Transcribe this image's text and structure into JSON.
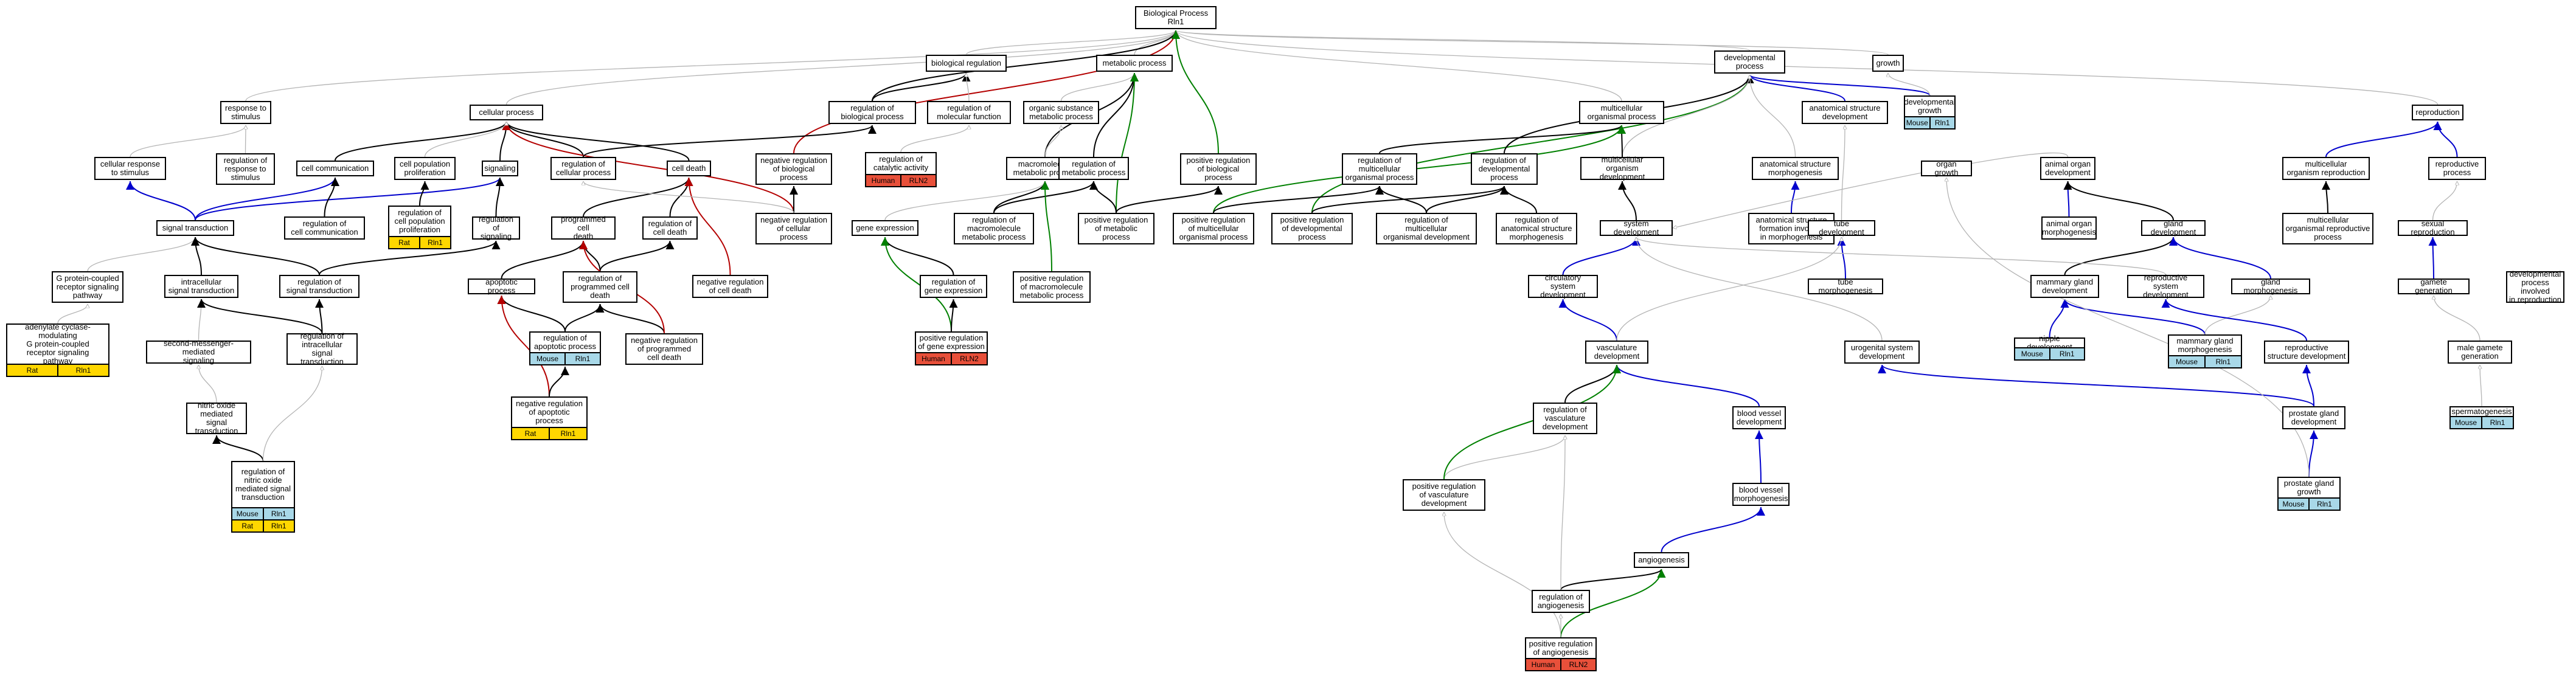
{
  "colors": {
    "edge_default": "#b4b4b4",
    "edge_is_a": "#000000",
    "edge_part_of": "#0000cc",
    "edge_positive": "#008000",
    "edge_negative": "#b40000",
    "tag_human": "#e8503a",
    "tag_mouse": "#a8d8e8",
    "tag_rat": "#ffd700"
  },
  "nodes": [
    {
      "id": "bp",
      "label": "Biological Process\nRln1"
    },
    {
      "id": "bioreg",
      "label": "biological regulation"
    },
    {
      "id": "metab",
      "label": "metabolic process"
    },
    {
      "id": "devproc",
      "label": "developmental\nprocess"
    },
    {
      "id": "growth",
      "label": "growth"
    },
    {
      "id": "resp",
      "label": "response to\nstimulus"
    },
    {
      "id": "cellproc",
      "label": "cellular process"
    },
    {
      "id": "regbio",
      "label": "regulation of\nbiological process"
    },
    {
      "id": "regmolf",
      "label": "regulation of\nmolecular function"
    },
    {
      "id": "orgsub",
      "label": "organic substance\nmetabolic process"
    },
    {
      "id": "multi",
      "label": "multicellular\norganismal process"
    },
    {
      "id": "anatdev",
      "label": "anatomical structure\ndevelopment"
    },
    {
      "id": "devgrowth",
      "label": "developmental\ngrowth",
      "tags": [
        {
          "t": "Mouse",
          "c": "mouse"
        },
        {
          "t": "Rln1",
          "c": "mouse"
        }
      ]
    },
    {
      "id": "repro",
      "label": "reproduction"
    },
    {
      "id": "cellresp",
      "label": "cellular response\nto stimulus"
    },
    {
      "id": "regresp",
      "label": "regulation of\nresponse to\nstimulus"
    },
    {
      "id": "cellcomm",
      "label": "cell communication"
    },
    {
      "id": "cellpop",
      "label": "cell population\nproliferation"
    },
    {
      "id": "signaling",
      "label": "signaling"
    },
    {
      "id": "regcell",
      "label": "regulation of\ncellular process"
    },
    {
      "id": "celldeath",
      "label": "cell death"
    },
    {
      "id": "negregbio",
      "label": "negative regulation\nof biological\nprocess"
    },
    {
      "id": "regcat",
      "label": "regulation of\ncatalytic activity",
      "tags": [
        {
          "t": "Human",
          "c": "human"
        },
        {
          "t": "RLN2",
          "c": "human"
        }
      ]
    },
    {
      "id": "macro",
      "label": "macromolecule\nmetabolic process"
    },
    {
      "id": "regmetab",
      "label": "regulation of\nmetabolic process"
    },
    {
      "id": "posregbio",
      "label": "positive regulation\nof biological\nprocess"
    },
    {
      "id": "regmulti",
      "label": "regulation of\nmulticellular\norganismal process"
    },
    {
      "id": "regdev",
      "label": "regulation of\ndevelopmental\nprocess"
    },
    {
      "id": "multidev",
      "label": "multicellular\norganism development"
    },
    {
      "id": "anatmorph",
      "label": "anatomical structure\nmorphogenesis"
    },
    {
      "id": "organgrowth",
      "label": "organ growth"
    },
    {
      "id": "animaldev",
      "label": "animal organ\ndevelopment"
    },
    {
      "id": "multirepro",
      "label": "multicellular\norganism reproduction"
    },
    {
      "id": "reproproc",
      "label": "reproductive\nprocess"
    },
    {
      "id": "sigtrans",
      "label": "signal transduction"
    },
    {
      "id": "regcellcomm",
      "label": "regulation of\ncell communication"
    },
    {
      "id": "regcellpop",
      "label": "regulation of\ncell population\nproliferation",
      "tags": [
        {
          "t": "Rat",
          "c": "rat"
        },
        {
          "t": "Rln1",
          "c": "rat"
        }
      ]
    },
    {
      "id": "regsig",
      "label": "regulation of\nsignaling"
    },
    {
      "id": "prog",
      "label": "programmed cell\ndeath"
    },
    {
      "id": "regcelldeath",
      "label": "regulation of\ncell death"
    },
    {
      "id": "negregcell",
      "label": "negative regulation\nof cellular\nprocess"
    },
    {
      "id": "geneexp",
      "label": "gene expression"
    },
    {
      "id": "regmacro",
      "label": "regulation of\nmacromolecule\nmetabolic process"
    },
    {
      "id": "posregmetab",
      "label": "positive regulation\nof metabolic\nprocess"
    },
    {
      "id": "posregmulti",
      "label": "positive regulation\nof multicellular\norganismal process"
    },
    {
      "id": "posregdev",
      "label": "positive regulation\nof developmental\nprocess"
    },
    {
      "id": "regmultidev",
      "label": "regulation of\nmulticellular\norganismal development"
    },
    {
      "id": "reganat",
      "label": "regulation of\nanatomical structure\nmorphogenesis"
    },
    {
      "id": "sysdev",
      "label": "system development"
    },
    {
      "id": "anatform",
      "label": "anatomical structure\nformation involved\nin morphogenesis"
    },
    {
      "id": "tubedev",
      "label": "tube development"
    },
    {
      "id": "animalmorph",
      "label": "animal organ\nmorphogenesis"
    },
    {
      "id": "glanddev",
      "label": "gland development"
    },
    {
      "id": "multireproproc",
      "label": "multicellular\norganismal reproductive\nprocess"
    },
    {
      "id": "sexrepro",
      "label": "sexual reproduction"
    },
    {
      "id": "gpcr",
      "label": "G protein-coupled\nreceptor signaling\npathway"
    },
    {
      "id": "intra",
      "label": "intracellular\nsignal transduction"
    },
    {
      "id": "regsigtrans",
      "label": "regulation of\nsignal transduction"
    },
    {
      "id": "apop",
      "label": "apoptotic process"
    },
    {
      "id": "regprog",
      "label": "regulation of\nprogrammed cell\ndeath"
    },
    {
      "id": "negregcelldeath",
      "label": "negative regulation\nof cell death"
    },
    {
      "id": "reggeneexp",
      "label": "regulation of\ngene expression"
    },
    {
      "id": "posregmacro",
      "label": "positive regulation\nof macromolecule\nmetabolic process"
    },
    {
      "id": "circ",
      "label": "circulatory\nsystem development"
    },
    {
      "id": "tubemorph",
      "label": "tube morphogenesis"
    },
    {
      "id": "mammary",
      "label": "mammary gland\ndevelopment"
    },
    {
      "id": "reprosys",
      "label": "reproductive\nsystem development"
    },
    {
      "id": "glandmorph",
      "label": "gland morphogenesis"
    },
    {
      "id": "gamete",
      "label": "gamete generation"
    },
    {
      "id": "devrepro",
      "label": "developmental\nprocess involved\nin reproduction"
    },
    {
      "id": "adenylate",
      "label": "adenylate cyclase-modulating\nG protein-coupled\nreceptor signaling\npathway",
      "tags": [
        {
          "t": "Rat",
          "c": "rat"
        },
        {
          "t": "Rln1",
          "c": "rat"
        }
      ]
    },
    {
      "id": "second",
      "label": "second-messenger-mediated\nsignaling"
    },
    {
      "id": "regintra",
      "label": "regulation of\nintracellular\nsignal transduction"
    },
    {
      "id": "regapop",
      "label": "regulation of\napoptotic process",
      "tags": [
        {
          "t": "Mouse",
          "c": "mouse"
        },
        {
          "t": "Rln1",
          "c": "mouse"
        }
      ]
    },
    {
      "id": "negregprog",
      "label": "negative regulation\nof programmed\ncell death"
    },
    {
      "id": "posreggene",
      "label": "positive regulation\nof gene expression",
      "tags": [
        {
          "t": "Human",
          "c": "human"
        },
        {
          "t": "RLN2",
          "c": "human"
        }
      ]
    },
    {
      "id": "vasc",
      "label": "vasculature\ndevelopment"
    },
    {
      "id": "nipple",
      "label": "nipple development",
      "tags": [
        {
          "t": "Mouse",
          "c": "mouse"
        },
        {
          "t": "Rln1",
          "c": "mouse"
        }
      ]
    },
    {
      "id": "mammorph",
      "label": "mammary gland\nmorphogenesis",
      "tags": [
        {
          "t": "Mouse",
          "c": "mouse"
        },
        {
          "t": "Rln1",
          "c": "mouse"
        }
      ]
    },
    {
      "id": "urogen",
      "label": "urogenital system\ndevelopment"
    },
    {
      "id": "reprostruct",
      "label": "reproductive\nstructure development"
    },
    {
      "id": "malegam",
      "label": "male gamete\ngeneration"
    },
    {
      "id": "nitric",
      "label": "nitric oxide\nmediated signal\ntransduction"
    },
    {
      "id": "negregapop",
      "label": "negative regulation\nof apoptotic\nprocess",
      "tags": [
        {
          "t": "Rat",
          "c": "rat"
        },
        {
          "t": "Rln1",
          "c": "rat"
        }
      ]
    },
    {
      "id": "regvasc",
      "label": "regulation of\nvasculature\ndevelopment"
    },
    {
      "id": "bvdev",
      "label": "blood vessel\ndevelopment"
    },
    {
      "id": "prostdev",
      "label": "prostate gland\ndevelopment"
    },
    {
      "id": "sperm",
      "label": "spermatogenesis",
      "tags": [
        {
          "t": "Mouse",
          "c": "mouse"
        },
        {
          "t": "Rln1",
          "c": "mouse"
        }
      ]
    },
    {
      "id": "regnitric",
      "label": "regulation of\nnitric oxide\nmediated signal\ntransduction",
      "tags": [
        {
          "t": "Mouse",
          "c": "mouse"
        },
        {
          "t": "Rln1",
          "c": "mouse"
        },
        {
          "t": "Rat",
          "c": "rat"
        },
        {
          "t": "Rln1",
          "c": "rat"
        }
      ]
    },
    {
      "id": "posregvasc",
      "label": "positive regulation\nof vasculature\ndevelopment"
    },
    {
      "id": "bvmorph",
      "label": "blood vessel\nmorphogenesis"
    },
    {
      "id": "prostgrowth",
      "label": "prostate gland\ngrowth",
      "tags": [
        {
          "t": "Mouse",
          "c": "mouse"
        },
        {
          "t": "Rln1",
          "c": "mouse"
        }
      ]
    },
    {
      "id": "angio",
      "label": "angiogenesis"
    },
    {
      "id": "regangio",
      "label": "regulation of\nangiogenesis"
    },
    {
      "id": "posregangio",
      "label": "positive regulation\nof angiogenesis",
      "tags": [
        {
          "t": "Human",
          "c": "human"
        },
        {
          "t": "RLN2",
          "c": "human"
        }
      ]
    }
  ],
  "edges": [
    [
      "bioreg",
      "bp",
      "gray"
    ],
    [
      "metab",
      "bp",
      "gray"
    ],
    [
      "devproc",
      "bp",
      "gray"
    ],
    [
      "growth",
      "bp",
      "gray"
    ],
    [
      "resp",
      "bp",
      "gray"
    ],
    [
      "cellproc",
      "bp",
      "gray"
    ],
    [
      "multi",
      "bp",
      "gray"
    ],
    [
      "repro",
      "bp",
      "gray"
    ],
    [
      "regbio",
      "bioreg",
      "black"
    ],
    [
      "regbio",
      "bp",
      "black"
    ],
    [
      "negregbio",
      "bp",
      "red"
    ],
    [
      "posregbio",
      "bp",
      "green"
    ],
    [
      "orgsub",
      "metab",
      "gray"
    ],
    [
      "macro",
      "metab",
      "black"
    ],
    [
      "regmetab",
      "metab",
      "black"
    ],
    [
      "posregmetab",
      "metab",
      "green"
    ],
    [
      "anatdev",
      "devproc",
      "blue"
    ],
    [
      "devgrowth",
      "devproc",
      "blue"
    ],
    [
      "posregdev",
      "devproc",
      "green"
    ],
    [
      "regdev",
      "devproc",
      "black"
    ],
    [
      "multidev",
      "devproc",
      "gray"
    ],
    [
      "anatmorph",
      "devproc",
      "gray"
    ],
    [
      "devgrowth",
      "growth",
      "gray"
    ],
    [
      "cellresp",
      "resp",
      "gray"
    ],
    [
      "regresp",
      "resp",
      "gray"
    ],
    [
      "regcell",
      "cellproc",
      "black"
    ],
    [
      "cellcomm",
      "cellproc",
      "black"
    ],
    [
      "signaling",
      "cellproc",
      "black"
    ],
    [
      "celldeath",
      "cellproc",
      "black"
    ],
    [
      "negregcell",
      "cellproc",
      "red"
    ],
    [
      "cellpop",
      "cellproc",
      "gray"
    ],
    [
      "regmolf",
      "bioreg",
      "gray"
    ],
    [
      "regcat",
      "regmolf",
      "gray"
    ],
    [
      "macro",
      "orgsub",
      "gray"
    ],
    [
      "multidev",
      "multi",
      "black"
    ],
    [
      "regmulti",
      "multi",
      "black"
    ],
    [
      "posregmulti",
      "multi",
      "green"
    ],
    [
      "multirepro",
      "repro",
      "blue"
    ],
    [
      "reproproc",
      "repro",
      "blue"
    ],
    [
      "sigtrans",
      "cellresp",
      "blue"
    ],
    [
      "sigtrans",
      "signaling",
      "blue"
    ],
    [
      "sigtrans",
      "cellcomm",
      "blue"
    ],
    [
      "regcellcomm",
      "cellcomm",
      "black"
    ],
    [
      "regcellpop",
      "cellpop",
      "black"
    ],
    [
      "regsig",
      "signaling",
      "black"
    ],
    [
      "prog",
      "celldeath",
      "black"
    ],
    [
      "regcelldeath",
      "celldeath",
      "black"
    ],
    [
      "negregcelldeath",
      "celldeath",
      "red"
    ],
    [
      "regcell",
      "regbio",
      "black"
    ],
    [
      "negregcell",
      "negregbio",
      "black"
    ],
    [
      "negregcell",
      "regcell",
      "gray"
    ],
    [
      "geneexp",
      "macro",
      "gray"
    ],
    [
      "regmacro",
      "macro",
      "black"
    ],
    [
      "regmacro",
      "regmetab",
      "black"
    ],
    [
      "posregmacro",
      "macro",
      "green"
    ],
    [
      "posregmetab",
      "regmetab",
      "black"
    ],
    [
      "posregmetab",
      "posregbio",
      "black"
    ],
    [
      "posregmulti",
      "regmulti",
      "black"
    ],
    [
      "posregdev",
      "regdev",
      "black"
    ],
    [
      "regmultidev",
      "regmulti",
      "black"
    ],
    [
      "regmultidev",
      "regdev",
      "black"
    ],
    [
      "reganat",
      "regdev",
      "black"
    ],
    [
      "sysdev",
      "multidev",
      "black"
    ],
    [
      "anatform",
      "anatmorph",
      "blue"
    ],
    [
      "tubedev",
      "anatdev",
      "gray"
    ],
    [
      "animaldev",
      "sysdev",
      "gray"
    ],
    [
      "animalmorph",
      "animaldev",
      "blue"
    ],
    [
      "glanddev",
      "animaldev",
      "black"
    ],
    [
      "multireproproc",
      "multirepro",
      "black"
    ],
    [
      "sexrepro",
      "reproproc",
      "gray"
    ],
    [
      "gpcr",
      "sigtrans",
      "gray"
    ],
    [
      "intra",
      "sigtrans",
      "black"
    ],
    [
      "regsigtrans",
      "sigtrans",
      "black"
    ],
    [
      "regsigtrans",
      "regsig",
      "black"
    ],
    [
      "apop",
      "prog",
      "black"
    ],
    [
      "regprog",
      "prog",
      "black"
    ],
    [
      "regprog",
      "regcelldeath",
      "black"
    ],
    [
      "negregprog",
      "regprog",
      "black"
    ],
    [
      "negregprog",
      "prog",
      "red"
    ],
    [
      "reggeneexp",
      "geneexp",
      "black"
    ],
    [
      "posreggene",
      "geneexp",
      "green"
    ],
    [
      "posreggene",
      "reggeneexp",
      "black"
    ],
    [
      "circ",
      "sysdev",
      "blue"
    ],
    [
      "tubemorph",
      "tubedev",
      "blue"
    ],
    [
      "mammary",
      "glanddev",
      "black"
    ],
    [
      "glandmorph",
      "glanddev",
      "blue"
    ],
    [
      "reprosys",
      "sysdev",
      "gray"
    ],
    [
      "gamete",
      "sexrepro",
      "blue"
    ],
    [
      "adenylate",
      "gpcr",
      "gray"
    ],
    [
      "second",
      "intra",
      "gray"
    ],
    [
      "regintra",
      "intra",
      "black"
    ],
    [
      "regintra",
      "regsigtrans",
      "black"
    ],
    [
      "regapop",
      "apop",
      "black"
    ],
    [
      "regapop",
      "regprog",
      "black"
    ],
    [
      "negregapop",
      "apop",
      "red"
    ],
    [
      "negregapop",
      "regapop",
      "black"
    ],
    [
      "vasc",
      "circ",
      "blue"
    ],
    [
      "vasc",
      "tubedev",
      "gray"
    ],
    [
      "nipple",
      "mammary",
      "blue"
    ],
    [
      "mammorph",
      "mammary",
      "blue"
    ],
    [
      "mammorph",
      "glandmorph",
      "gray"
    ],
    [
      "urogen",
      "sysdev",
      "gray"
    ],
    [
      "reprostruct",
      "reprosys",
      "blue"
    ],
    [
      "malegam",
      "gamete",
      "gray"
    ],
    [
      "nitric",
      "second",
      "gray"
    ],
    [
      "regnitric",
      "nitric",
      "black"
    ],
    [
      "regnitric",
      "regintra",
      "gray"
    ],
    [
      "regvasc",
      "vasc",
      "black"
    ],
    [
      "bvdev",
      "vasc",
      "blue"
    ],
    [
      "prostdev",
      "urogen",
      "blue"
    ],
    [
      "prostdev",
      "reprostruct",
      "blue"
    ],
    [
      "sperm",
      "malegam",
      "gray"
    ],
    [
      "posregvasc",
      "regvasc",
      "gray"
    ],
    [
      "posregvasc",
      "vasc",
      "green"
    ],
    [
      "bvmorph",
      "bvdev",
      "blue"
    ],
    [
      "prostgrowth",
      "prostdev",
      "blue"
    ],
    [
      "prostgrowth",
      "organgrowth",
      "gray"
    ],
    [
      "angio",
      "bvmorph",
      "blue"
    ],
    [
      "regangio",
      "angio",
      "black"
    ],
    [
      "regangio",
      "regvasc",
      "gray"
    ],
    [
      "posregangio",
      "regangio",
      "gray"
    ],
    [
      "posregangio",
      "angio",
      "green"
    ],
    [
      "posregangio",
      "posregvasc",
      "gray"
    ]
  ]
}
